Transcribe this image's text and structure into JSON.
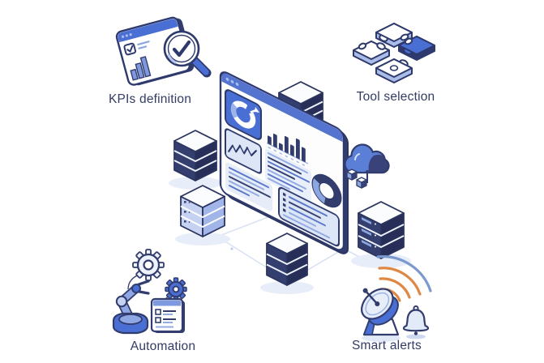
{
  "figure": {
    "type": "isometric-monitoring-illustration",
    "labels": {
      "kpis_definition": "KPIs definition",
      "tool_selection": "Tool selection",
      "automation": "Automation",
      "smart_alerts": "Smart alerts"
    },
    "palette": {
      "navy_outline": "#323d6e",
      "navy_dark_face": "#272f58",
      "royal_blue": "#4a6fd4",
      "titlebar_blue": "#5474d0",
      "medium_blue": "#7e99dd",
      "periwinkle": "#9db4e8",
      "light_panel_blue": "#dce6f7",
      "pale_shadow": "#e8eef9",
      "connector_line": "#d9e2f2",
      "signal_orange": "#df8844",
      "signal_blue_arc": "#7c99cf",
      "label_text": "#333c63",
      "background": "#ffffff"
    },
    "icons": [
      "kpi-report-icon",
      "magnifier-check-icon",
      "puzzle-pieces-icon",
      "dashboard-window-icon",
      "sync-donut-chart-icon",
      "bar-chart-icon",
      "line-chart-icon",
      "donut-chart-icon",
      "server-stack-icon",
      "cloud-icon",
      "robot-arm-icon",
      "gear-icon",
      "document-icon",
      "satellite-dish-icon",
      "signal-waves-icon",
      "bell-icon"
    ]
  }
}
